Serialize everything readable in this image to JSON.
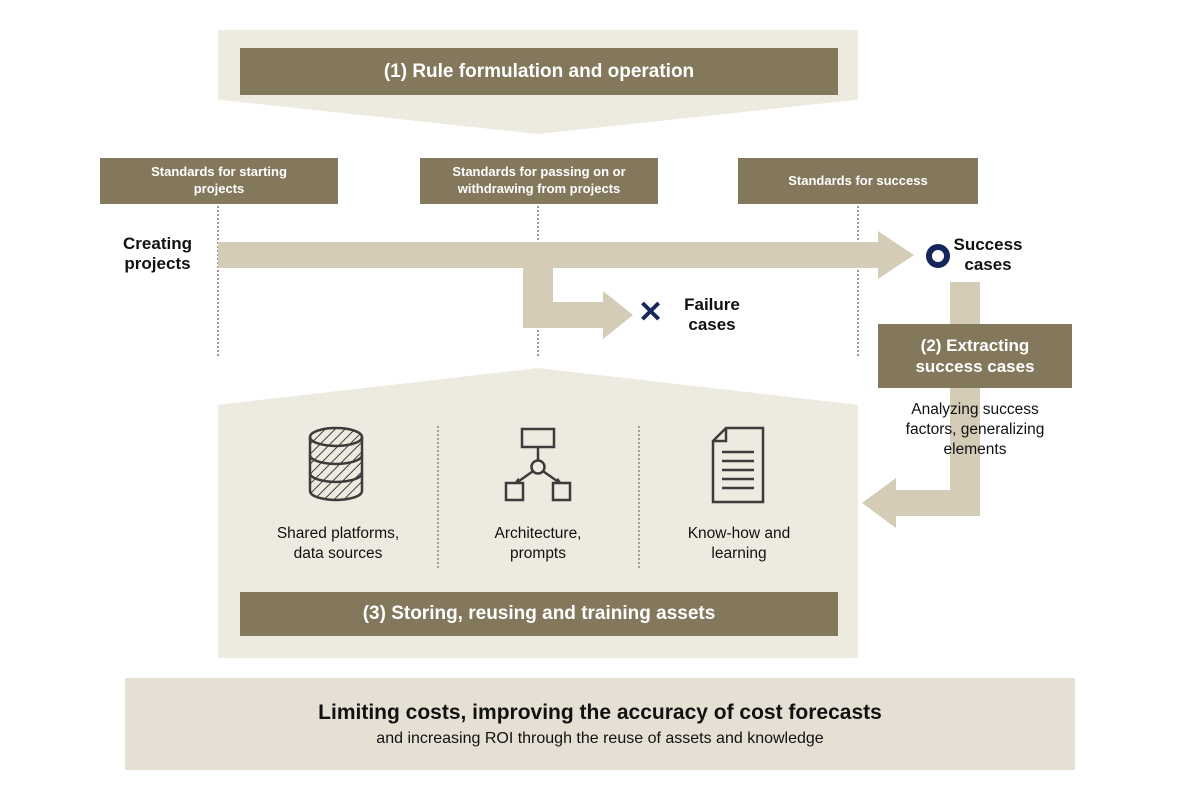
{
  "colors": {
    "banner_brown": "#84785c",
    "container_beige": "#edeae0",
    "arrow_tan": "#d5ccb8",
    "accent_navy": "#14265a",
    "footer_beige": "#e5e0d3"
  },
  "banner1": {
    "label": "(1) Rule formulation and operation"
  },
  "standards": [
    {
      "label": "Standards for starting\nprojects"
    },
    {
      "label": "Standards for passing on or\nwithdrawing from projects"
    },
    {
      "label": "Standards for success"
    }
  ],
  "flow": {
    "creating": "Creating\nprojects",
    "success": "Success\ncases",
    "failure": "Failure\ncases",
    "failure_mark": "✕"
  },
  "extract": {
    "title": "(2) Extracting\nsuccess cases",
    "desc": "Analyzing success\nfactors, generalizing\nelements"
  },
  "assets": {
    "items": [
      {
        "icon": "database-icon",
        "label": "Shared platforms,\ndata sources"
      },
      {
        "icon": "flowchart-icon",
        "label": "Architecture,\nprompts"
      },
      {
        "icon": "document-icon",
        "label": "Know-how and\nlearning"
      }
    ],
    "banner": "(3) Storing, reusing and training assets"
  },
  "footer": {
    "title": "Limiting costs, improving the accuracy of cost forecasts",
    "subtitle": "and increasing ROI through the reuse of assets and knowledge"
  }
}
